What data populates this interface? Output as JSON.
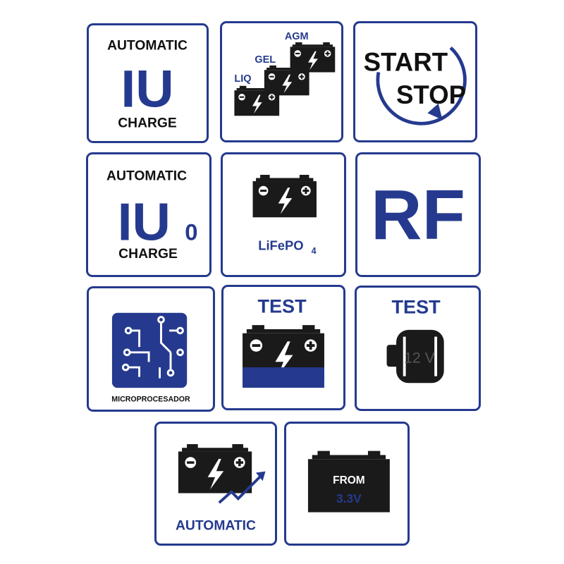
{
  "colors": {
    "border": "#253a8e",
    "accent": "#253a8e",
    "ink": "#111111"
  },
  "icons": [
    {
      "name": "iu-charge-icon",
      "line1": "AUTOMATIC",
      "big": "IU",
      "line3": "CHARGE"
    },
    {
      "name": "battery-types-icon",
      "agm": "AGM",
      "gel": "GEL",
      "liq": "LIQ"
    },
    {
      "name": "start-stop-icon",
      "line1": "START",
      "line2": "STOP"
    },
    {
      "name": "iu0-charge-icon",
      "line1": "AUTOMATIC",
      "big": "IU",
      "sub": "0",
      "line3": "CHARGE"
    },
    {
      "name": "lifepo4-icon",
      "label": "LiFePO",
      "sub": "4"
    },
    {
      "name": "rf-icon",
      "label": "RF"
    },
    {
      "name": "microprocessor-icon",
      "label": "MICROPROCESADOR"
    },
    {
      "name": "battery-test-icon",
      "label": "TEST"
    },
    {
      "name": "alternator-test-icon",
      "label": "TEST",
      "voltage": "12 V"
    },
    {
      "name": "automatic-battery-icon",
      "label": "AUTOMATIC"
    },
    {
      "name": "from-voltage-icon",
      "line1": "FROM",
      "line2": "3.3V"
    }
  ]
}
